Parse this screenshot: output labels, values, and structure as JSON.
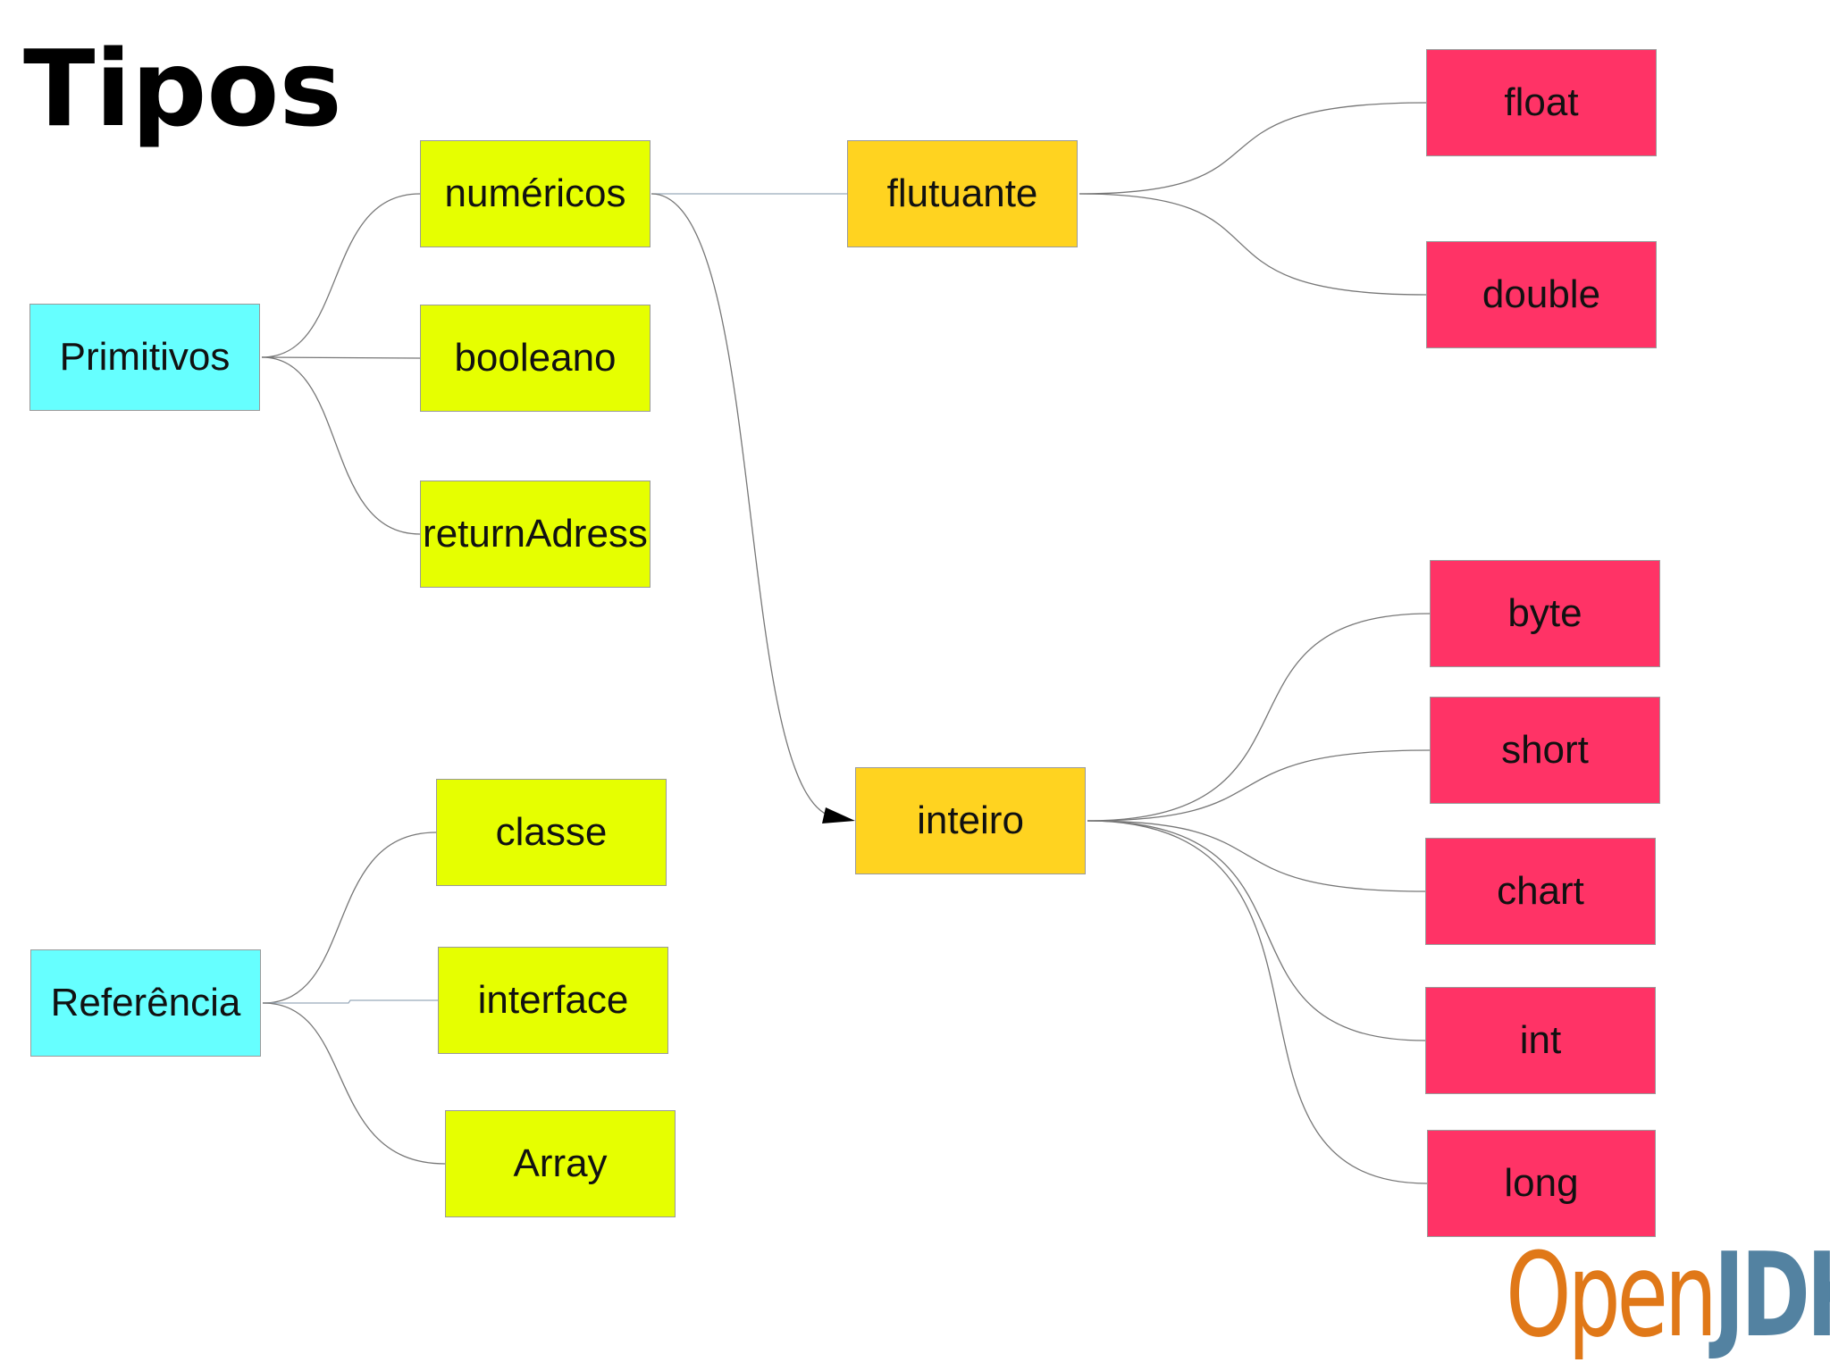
{
  "title": "Tipos",
  "colors": {
    "root": "#66ffff",
    "level1": "#e6ff00",
    "level2": "#ffd320",
    "leaf": "#ff3366"
  },
  "nodes": {
    "primitivos": "Primitivos",
    "numericos": "numéricos",
    "booleano": "booleano",
    "returnAdress": "returnAdress",
    "flutuante": "flutuante",
    "float": "float",
    "double": "double",
    "inteiro": "inteiro",
    "byte": "byte",
    "short": "short",
    "chart": "chart",
    "int": "int",
    "long": "long",
    "referencia": "Referência",
    "classe": "classe",
    "interface": "interface",
    "array": "Array"
  },
  "logo": {
    "part1": "Open",
    "part2": "JDK"
  }
}
